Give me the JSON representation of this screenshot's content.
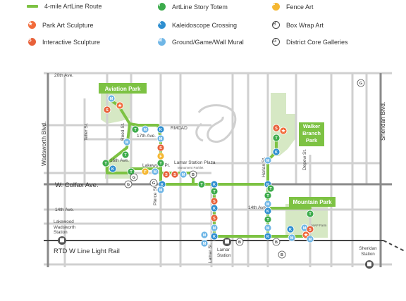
{
  "legend": [
    {
      "key": "route",
      "label": "4-mile ArtLine Route",
      "symbol": "line",
      "color": "#7dc243"
    },
    {
      "key": "park-art",
      "label": "Park Art Sculpture",
      "symbol": "star",
      "color": "#f26b3a"
    },
    {
      "key": "interactive",
      "label": "Interactive Sculpture",
      "symbol": "S",
      "color": "#e8613a"
    },
    {
      "key": "totem",
      "label": "ArtLine Story Totem",
      "symbol": "T",
      "color": "#3cab4b"
    },
    {
      "key": "kaleido",
      "label": "Kaleidoscope Crossing",
      "symbol": "K",
      "color": "#2f8fd0"
    },
    {
      "key": "mural",
      "label": "Ground/Game/Wall Mural",
      "symbol": "M",
      "color": "#6fb6e6"
    },
    {
      "key": "fence",
      "label": "Fence Art",
      "symbol": "F",
      "color": "#f5b731"
    },
    {
      "key": "boxwrap",
      "label": "Box Wrap Art",
      "symbol": "B",
      "color": "#ffffff"
    },
    {
      "key": "galleries",
      "label": "District Core Galleries",
      "symbol": "G",
      "color": "#ffffff"
    }
  ],
  "streets": {
    "ave_20": "20th Ave.",
    "ave_17": "17th Ave.",
    "ave_16": "16th Ave.",
    "ave_14_left": "14th Ave.",
    "ave_14_right": "14th Ave.",
    "colfax": "W. Colfax Ave.",
    "lakewood_pl": "Lakewood Pl.",
    "wadsworth": "Wadsworth Blvd.",
    "sheridan_blvd": "Sheridan Blvd.",
    "teller": "Teller St.",
    "reed": "Reed St.",
    "pierce": "Pierce St.",
    "lamar": "Lamar St.",
    "harlan": "Harlan St.",
    "depew": "Depew St.",
    "rail": "RTD W Line Light Rail"
  },
  "places": {
    "aviation_park": "Aviation Park",
    "walker_branch": "Walker Branch Park",
    "mountain_park": "Mountain Park",
    "rmcad": "RMCAD",
    "lamar_plaza": "Lamar Station Plaza",
    "monument": "Monument Parklet",
    "map_farm": "MAP Farm",
    "lakewood_wadsworth_station": "Lakewood Wadsworth Station",
    "lamar_station": "Lamar Station",
    "sheridan_station": "Sheridan Station"
  },
  "colors": {
    "route": "#7dc243",
    "park_label": "#7dc243",
    "park_fill": "#d6e8c4",
    "road": "#d0d0d0",
    "major_road": "#8a8a8a",
    "rail": "#444444"
  }
}
